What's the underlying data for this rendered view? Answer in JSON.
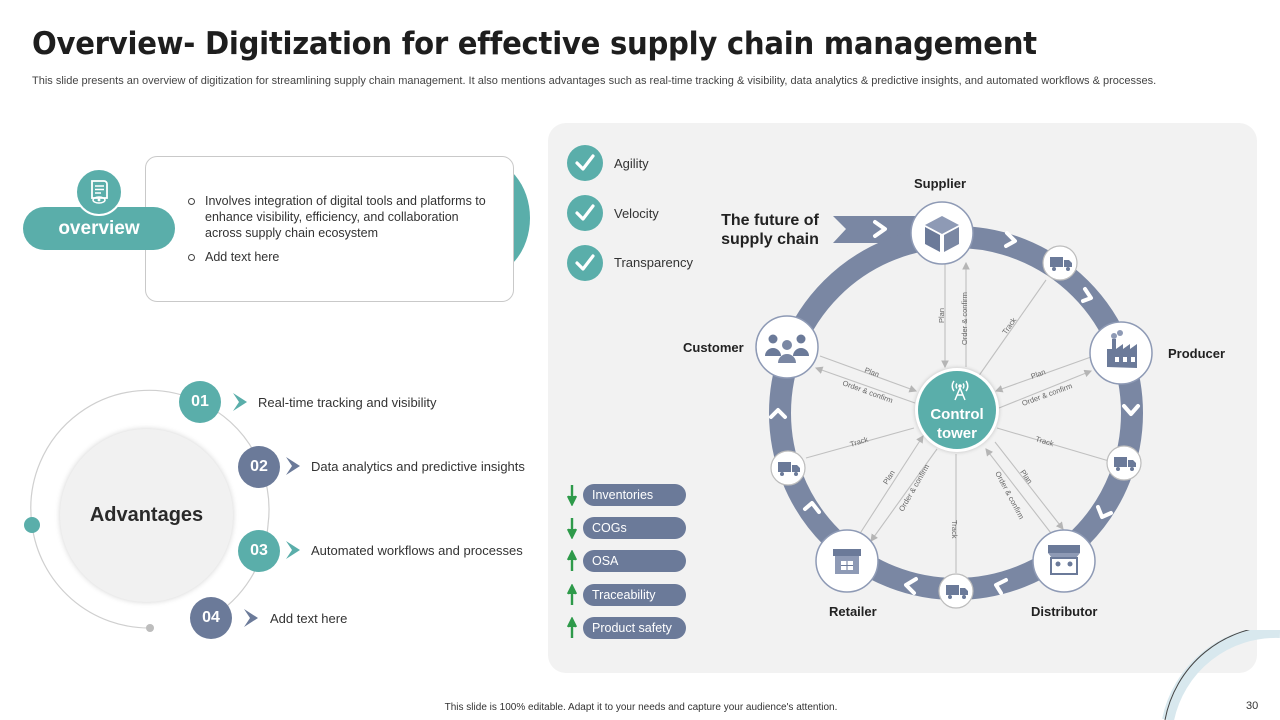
{
  "title": "Overview- Digitization for effective supply chain management",
  "subtitle": "This slide presents an overview of digitization for streamlining supply chain management. It also mentions advantages such as real-time tracking & visibility, data analytics & predictive insights, and automated workflows & processes.",
  "overview": {
    "label": "overview",
    "icon": "document-eye-icon",
    "points": [
      "Involves  integration  of digital tools and platforms to enhance visibility, efficiency, and collaboration across supply chain ecosystem",
      "Add text here"
    ]
  },
  "advantages": {
    "label": "Advantages",
    "items": [
      {
        "num": "01",
        "text": "Real-time  tracking and visibility",
        "color": "#5aaeaa"
      },
      {
        "num": "02",
        "text": "Data analytics and predictive insights",
        "color": "#6b7a99"
      },
      {
        "num": "03",
        "text": "Automated workflows and processes",
        "color": "#5aaeaa"
      },
      {
        "num": "04",
        "text": "Add text here",
        "color": "#6b7a99"
      }
    ]
  },
  "checks": [
    "Agility",
    "Velocity",
    "Transparency"
  ],
  "indicators": [
    {
      "label": "Inventories",
      "direction": "down"
    },
    {
      "label": "COGs",
      "direction": "down"
    },
    {
      "label": "OSA",
      "direction": "up"
    },
    {
      "label": "Traceability",
      "direction": "up"
    },
    {
      "label": "Product safety",
      "direction": "up"
    }
  ],
  "diagram": {
    "heading": "The future of supply chain",
    "center": "Control tower",
    "nodes": {
      "supplier": "Supplier",
      "producer": "Producer",
      "distributor": "Distributor",
      "retailer": "Retailer",
      "customer": "Customer"
    },
    "link_labels": {
      "plan": "Plan",
      "order_confirm": "Order & confirm",
      "track": "Track"
    }
  },
  "footer": "This slide is 100% editable.  Adapt it to your needs and capture your audience's attention.",
  "page_number": "30",
  "colors": {
    "teal": "#5aaeaa",
    "slate": "#6b7a99",
    "panel": "#f2f2f2",
    "green_arrow": "#2e9a4a"
  }
}
